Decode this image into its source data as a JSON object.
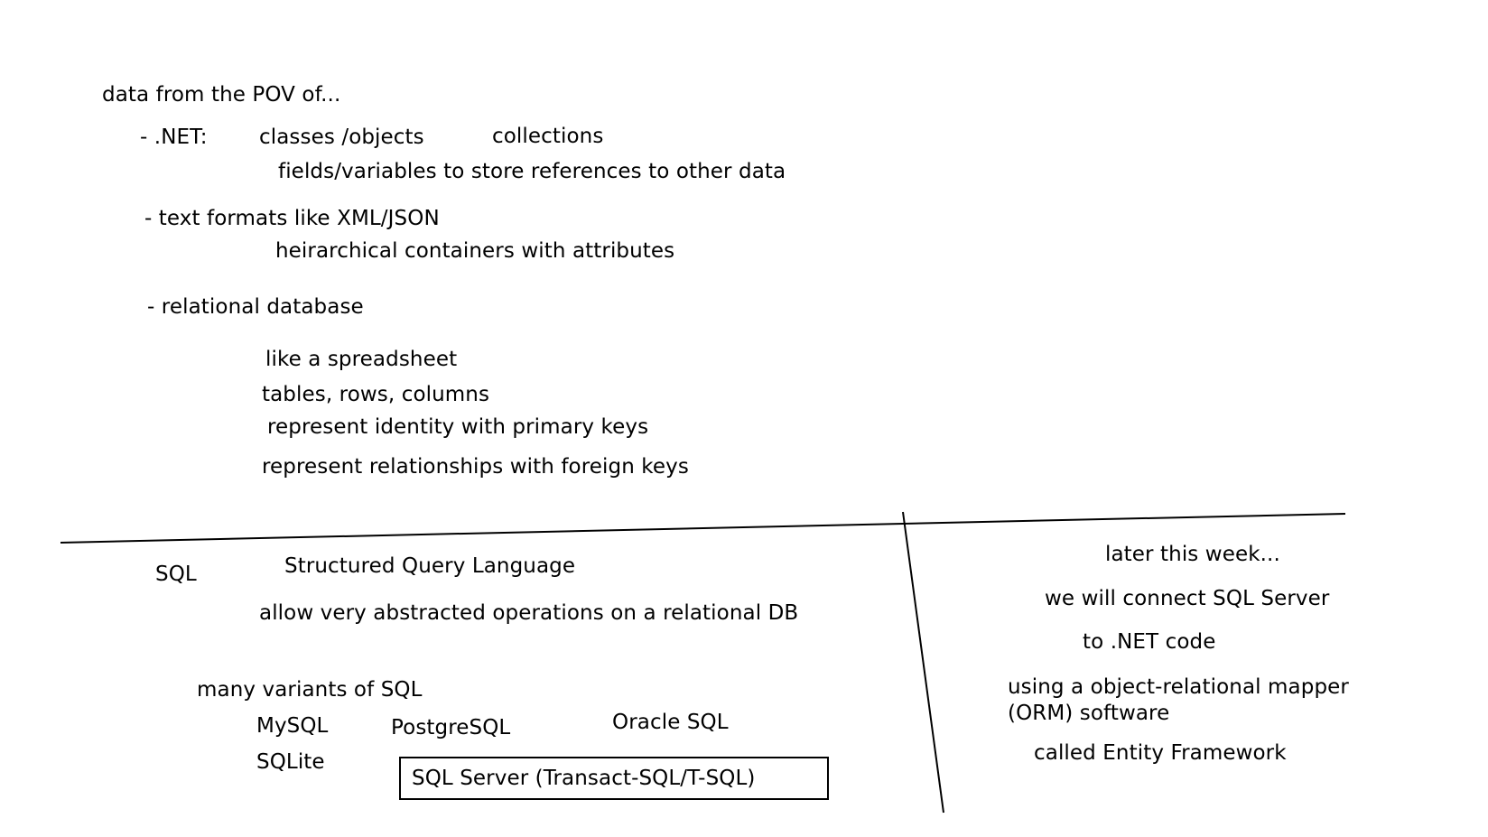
{
  "notes": {
    "heading": "data from the POV of...",
    "dotnet_label": "- .NET:",
    "dotnet_classes": "classes /objects",
    "dotnet_collections": "collections",
    "dotnet_fields": "fields/variables to store references to other data",
    "text_formats": "- text formats like XML/JSON",
    "hierarchical": "heirarchical containers with attributes",
    "relational": "- relational database",
    "spreadsheet": "like a spreadsheet",
    "tables": "tables, rows, columns",
    "primary_keys": "represent identity with primary keys",
    "foreign_keys": "represent relationships with foreign keys"
  },
  "sql": {
    "label": "SQL",
    "full_name": "Structured Query Language",
    "description": "allow very abstracted operations on a relational DB",
    "variants_heading": "many variants of SQL",
    "mysql": "MySQL",
    "postgresql": "PostgreSQL",
    "oracle": "Oracle SQL",
    "sqlite": "SQLite",
    "sqlserver": "SQL Server (Transact-SQL/T-SQL)"
  },
  "later": {
    "line1": "later this week...",
    "line2": "we will connect SQL Server",
    "line3": "to .NET code",
    "line4a": "using a object-relational mapper",
    "line4b": "(ORM) software",
    "line5": "called Entity Framework"
  },
  "colors": {
    "ink": "#000000",
    "background": "#ffffff"
  }
}
